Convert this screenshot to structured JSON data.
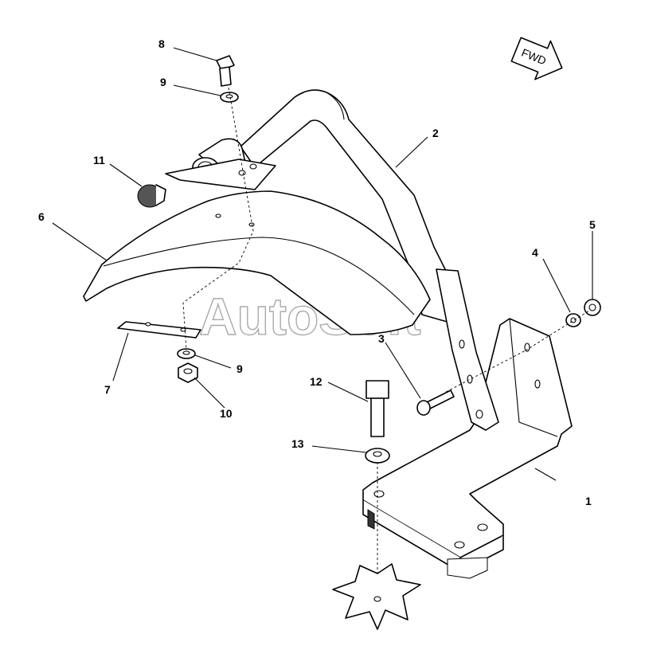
{
  "diagram": {
    "watermark": "AutoSoft",
    "direction_arrow": "FWD",
    "callouts": [
      {
        "id": "c1",
        "text": "1"
      },
      {
        "id": "c2",
        "text": "2"
      },
      {
        "id": "c3",
        "text": "3"
      },
      {
        "id": "c4",
        "text": "4"
      },
      {
        "id": "c5",
        "text": "5"
      },
      {
        "id": "c6",
        "text": "6"
      },
      {
        "id": "c7",
        "text": "7"
      },
      {
        "id": "c8",
        "text": "8"
      },
      {
        "id": "c9a",
        "text": "9"
      },
      {
        "id": "c9b",
        "text": "9"
      },
      {
        "id": "c10",
        "text": "10"
      },
      {
        "id": "c11",
        "text": "11"
      },
      {
        "id": "c12",
        "text": "12"
      },
      {
        "id": "c13",
        "text": "13"
      }
    ]
  }
}
